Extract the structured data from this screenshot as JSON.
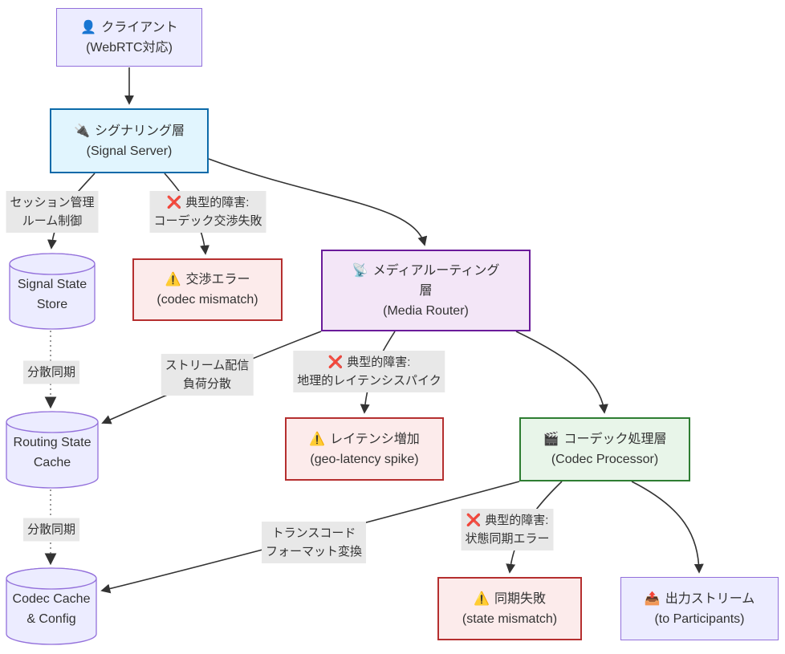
{
  "diagram": {
    "nodes": {
      "client": {
        "icon": "👤",
        "title": "クライアント",
        "subtitle": "(WebRTC対応)"
      },
      "signal": {
        "icon": "🔌",
        "title": "シグナリング層",
        "subtitle": "(Signal Server)"
      },
      "signal_store": {
        "line1": "Signal State",
        "line2": "Store"
      },
      "nego_error": {
        "icon": "⚠️",
        "title": "交渉エラー",
        "subtitle": "(codec mismatch)"
      },
      "media_router": {
        "icon": "📡",
        "title": "メディアルーティング",
        "title2": "層",
        "subtitle": "(Media Router)"
      },
      "routing_cache": {
        "line1": "Routing State",
        "line2": "Cache"
      },
      "latency_error": {
        "icon": "⚠️",
        "title": "レイテンシ増加",
        "subtitle": "(geo-latency spike)"
      },
      "codec_processor": {
        "icon": "🎬",
        "title": "コーデック処理層",
        "subtitle": "(Codec Processor)"
      },
      "codec_cache": {
        "line1": "Codec Cache",
        "line2": "& Config"
      },
      "sync_error": {
        "icon": "⚠️",
        "title": "同期失敗",
        "subtitle": "(state mismatch)"
      },
      "output_stream": {
        "icon": "📤",
        "title": "出力ストリーム",
        "subtitle": "(to Participants)"
      }
    },
    "edge_labels": {
      "session": {
        "line1": "セッション管理",
        "line2": "ルーム制御"
      },
      "codec_fail": {
        "icon": "❌",
        "line1": "典型的障害:",
        "line2": "コーデック交渉失敗"
      },
      "sync1": {
        "text": "分散同期"
      },
      "stream": {
        "line1": "ストリーム配信",
        "line2": "負荷分散"
      },
      "geo_fail": {
        "icon": "❌",
        "line1": "典型的障害:",
        "line2": "地理的レイテンシスパイク"
      },
      "sync2": {
        "text": "分散同期"
      },
      "transcode": {
        "line1": "トランスコード",
        "line2": "フォーマット変換"
      },
      "state_fail": {
        "icon": "❌",
        "line1": "典型的障害:",
        "line2": "状態同期エラー"
      }
    },
    "colors": {
      "default_fill": "#ECECFF",
      "default_stroke": "#9370DB",
      "signal_fill": "#e1f5fe",
      "signal_stroke": "#0b6aa9",
      "media_fill": "#f3e6f7",
      "media_stroke": "#6a1b9a",
      "codec_fill": "#e8f5e9",
      "codec_stroke": "#2e7d32",
      "error_fill": "#fcebeb",
      "error_stroke": "#b52f2f",
      "label_bg": "#e8e8e8",
      "edge": "#333333",
      "dotted_edge": "#999999",
      "text": "#333333"
    }
  }
}
